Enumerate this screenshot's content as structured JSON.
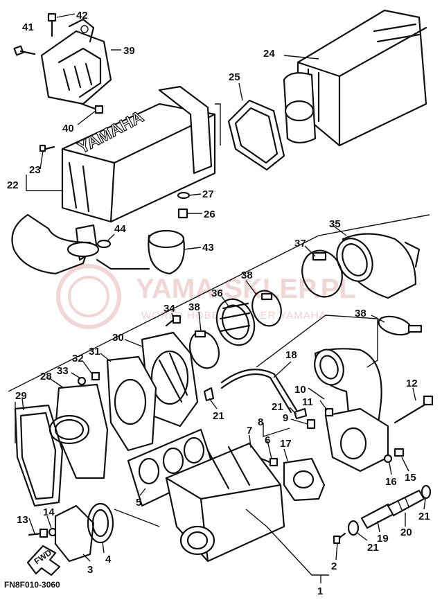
{
  "diagram": {
    "figure_code": "FN8F010-3060",
    "front_marker": "FWD",
    "embossed_logo": "YAMAHA",
    "watermark": {
      "title": "YAMA-SKLEP.PL",
      "subtitle": "WORLD HOBBY DEALER YAMAHA"
    },
    "callouts": [
      "1",
      "2",
      "3",
      "4",
      "5",
      "6",
      "7",
      "8",
      "9",
      "10",
      "11",
      "12",
      "13",
      "14",
      "15",
      "16",
      "17",
      "18",
      "19",
      "20",
      "21",
      "22",
      "23",
      "24",
      "25",
      "26",
      "27",
      "28",
      "29",
      "30",
      "31",
      "32",
      "33",
      "34",
      "35",
      "36",
      "37",
      "38",
      "39",
      "40",
      "41",
      "42",
      "43",
      "44"
    ]
  },
  "labels": [
    {
      "id": "42",
      "text": "42"
    },
    {
      "id": "41",
      "text": "41"
    },
    {
      "id": "39",
      "text": "39"
    },
    {
      "id": "24",
      "text": "24"
    },
    {
      "id": "25",
      "text": "25"
    },
    {
      "id": "40",
      "text": "40"
    },
    {
      "id": "23",
      "text": "23"
    },
    {
      "id": "22",
      "text": "22"
    },
    {
      "id": "27",
      "text": "27"
    },
    {
      "id": "26",
      "text": "26"
    },
    {
      "id": "44",
      "text": "44"
    },
    {
      "id": "43",
      "text": "43"
    },
    {
      "id": "35",
      "text": "35"
    },
    {
      "id": "37",
      "text": "37"
    },
    {
      "id": "38a",
      "text": "38"
    },
    {
      "id": "36",
      "text": "36"
    },
    {
      "id": "34",
      "text": "34"
    },
    {
      "id": "38b",
      "text": "38"
    },
    {
      "id": "38c",
      "text": "38"
    },
    {
      "id": "30",
      "text": "30"
    },
    {
      "id": "31",
      "text": "31"
    },
    {
      "id": "32",
      "text": "32"
    },
    {
      "id": "33",
      "text": "33"
    },
    {
      "id": "28",
      "text": "28"
    },
    {
      "id": "29",
      "text": "29"
    },
    {
      "id": "18",
      "text": "18"
    },
    {
      "id": "12",
      "text": "12"
    },
    {
      "id": "10",
      "text": "10"
    },
    {
      "id": "21a",
      "text": "21"
    },
    {
      "id": "21b",
      "text": "21"
    },
    {
      "id": "11",
      "text": "11"
    },
    {
      "id": "9",
      "text": "9"
    },
    {
      "id": "8",
      "text": "8"
    },
    {
      "id": "7",
      "text": "7"
    },
    {
      "id": "6",
      "text": "6"
    },
    {
      "id": "17",
      "text": "17"
    },
    {
      "id": "16",
      "text": "16"
    },
    {
      "id": "15",
      "text": "15"
    },
    {
      "id": "5",
      "text": "5"
    },
    {
      "id": "13",
      "text": "13"
    },
    {
      "id": "14",
      "text": "14"
    },
    {
      "id": "4",
      "text": "4"
    },
    {
      "id": "3",
      "text": "3"
    },
    {
      "id": "21c",
      "text": "21"
    },
    {
      "id": "19",
      "text": "19"
    },
    {
      "id": "20",
      "text": "20"
    },
    {
      "id": "21d",
      "text": "21"
    },
    {
      "id": "2",
      "text": "2"
    },
    {
      "id": "1",
      "text": "1"
    }
  ]
}
